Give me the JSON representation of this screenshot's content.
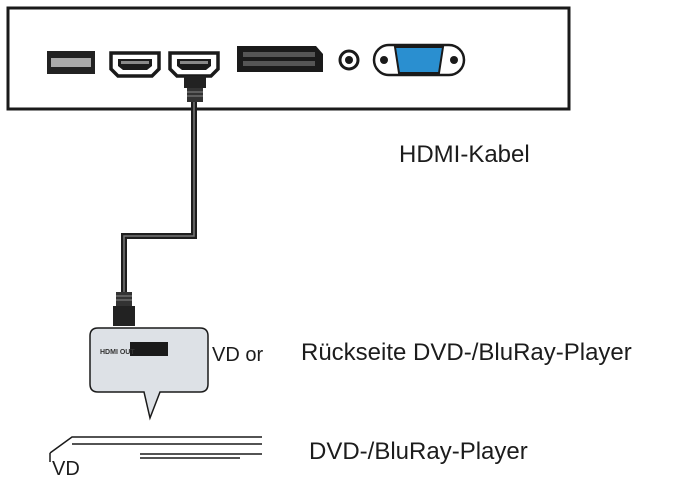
{
  "labels": {
    "cable": "HDMI-Kabel",
    "rear_side": "Rückseite DVD-/BluRay-Player",
    "player": "DVD-/BluRay-Player",
    "callout_fragment": "VD or",
    "player_fragment": "VD",
    "port_text": "HDMI OUT"
  },
  "ports": [
    {
      "name": "usb-port-icon"
    },
    {
      "name": "hdmi-port-icon"
    },
    {
      "name": "hdmi-port-icon"
    },
    {
      "name": "scart-port-icon"
    },
    {
      "name": "audio-jack-icon"
    },
    {
      "name": "vga-port-icon"
    }
  ],
  "colors": {
    "outline": "#1a1a1a",
    "callout_fill": "#dde1e6",
    "vga_fill": "#2a8fd0",
    "cable": "#1e1e1e"
  }
}
